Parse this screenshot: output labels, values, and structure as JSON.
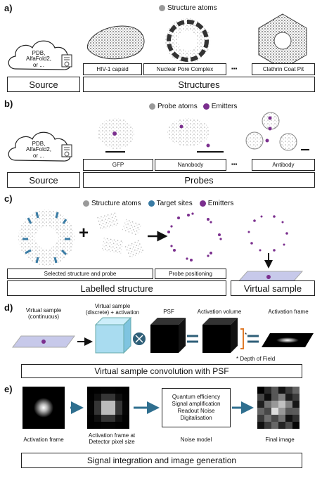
{
  "panels": {
    "a": {
      "label": "a)",
      "legend": [
        {
          "text": "Structure atoms",
          "color": "#9a9a9a"
        }
      ],
      "cloud_text": [
        "PDB,",
        "AlfaFold2,",
        "or ..."
      ],
      "structure_names": [
        "HIV-1 capsid",
        "Nuclear Pore Complex",
        "Clathrin Coat Pit"
      ],
      "ellipsis": "▪▪▪",
      "source_label": "Source",
      "group_label": "Structures"
    },
    "b": {
      "label": "b)",
      "legend": [
        {
          "text": "Probe atoms",
          "color": "#9a9a9a"
        },
        {
          "text": "Emitters",
          "color": "#7b2f8e"
        }
      ],
      "cloud_text": [
        "PDB,",
        "AlfaFold2,",
        "or ..."
      ],
      "probe_names": [
        "GFP",
        "Nanobody",
        "Antibody"
      ],
      "ellipsis": "▪▪▪",
      "source_label": "Source",
      "group_label": "Probes"
    },
    "c": {
      "label": "c)",
      "legend": [
        {
          "text": "Structure atoms",
          "color": "#9a9a9a"
        },
        {
          "text": "Target sites",
          "color": "#3a7ca5"
        },
        {
          "text": "Emitters",
          "color": "#7b2f8e"
        }
      ],
      "plus": "+",
      "sub_labels": [
        "Selected structure and probe",
        "Probe positioning"
      ],
      "group_label": "Labelled structure",
      "virtual_label": "Virtual sample"
    },
    "d": {
      "label": "d)",
      "captions": {
        "continuous": "Virtual sample\n(continuous)",
        "discrete": "Virtual sample\n(discrete) + activation",
        "psf": "PSF",
        "activation_volume": "Activation volume",
        "activation_frame": "Activation frame",
        "dof": "* Depth of Field",
        "star": "*"
      },
      "title": "Virtual sample convolution with PSF"
    },
    "e": {
      "label": "e)",
      "captions": {
        "activation_frame": "Activation frame",
        "detector": "Activation frame at\nDetector pixel size",
        "noise_model": "Noise model",
        "final_image": "Final image"
      },
      "noise_lines": [
        "Quantum efficiency",
        "Signal amplification",
        "Readout Noise",
        "Digitalisation"
      ],
      "title": "Signal integration and image generation"
    }
  },
  "colors": {
    "emitter": "#7b2f8e",
    "target": "#3a7ca5",
    "arrow_blue": "#2f6f8f",
    "cube_blue": "#a9dcf0",
    "orange": "#e07b2a"
  }
}
